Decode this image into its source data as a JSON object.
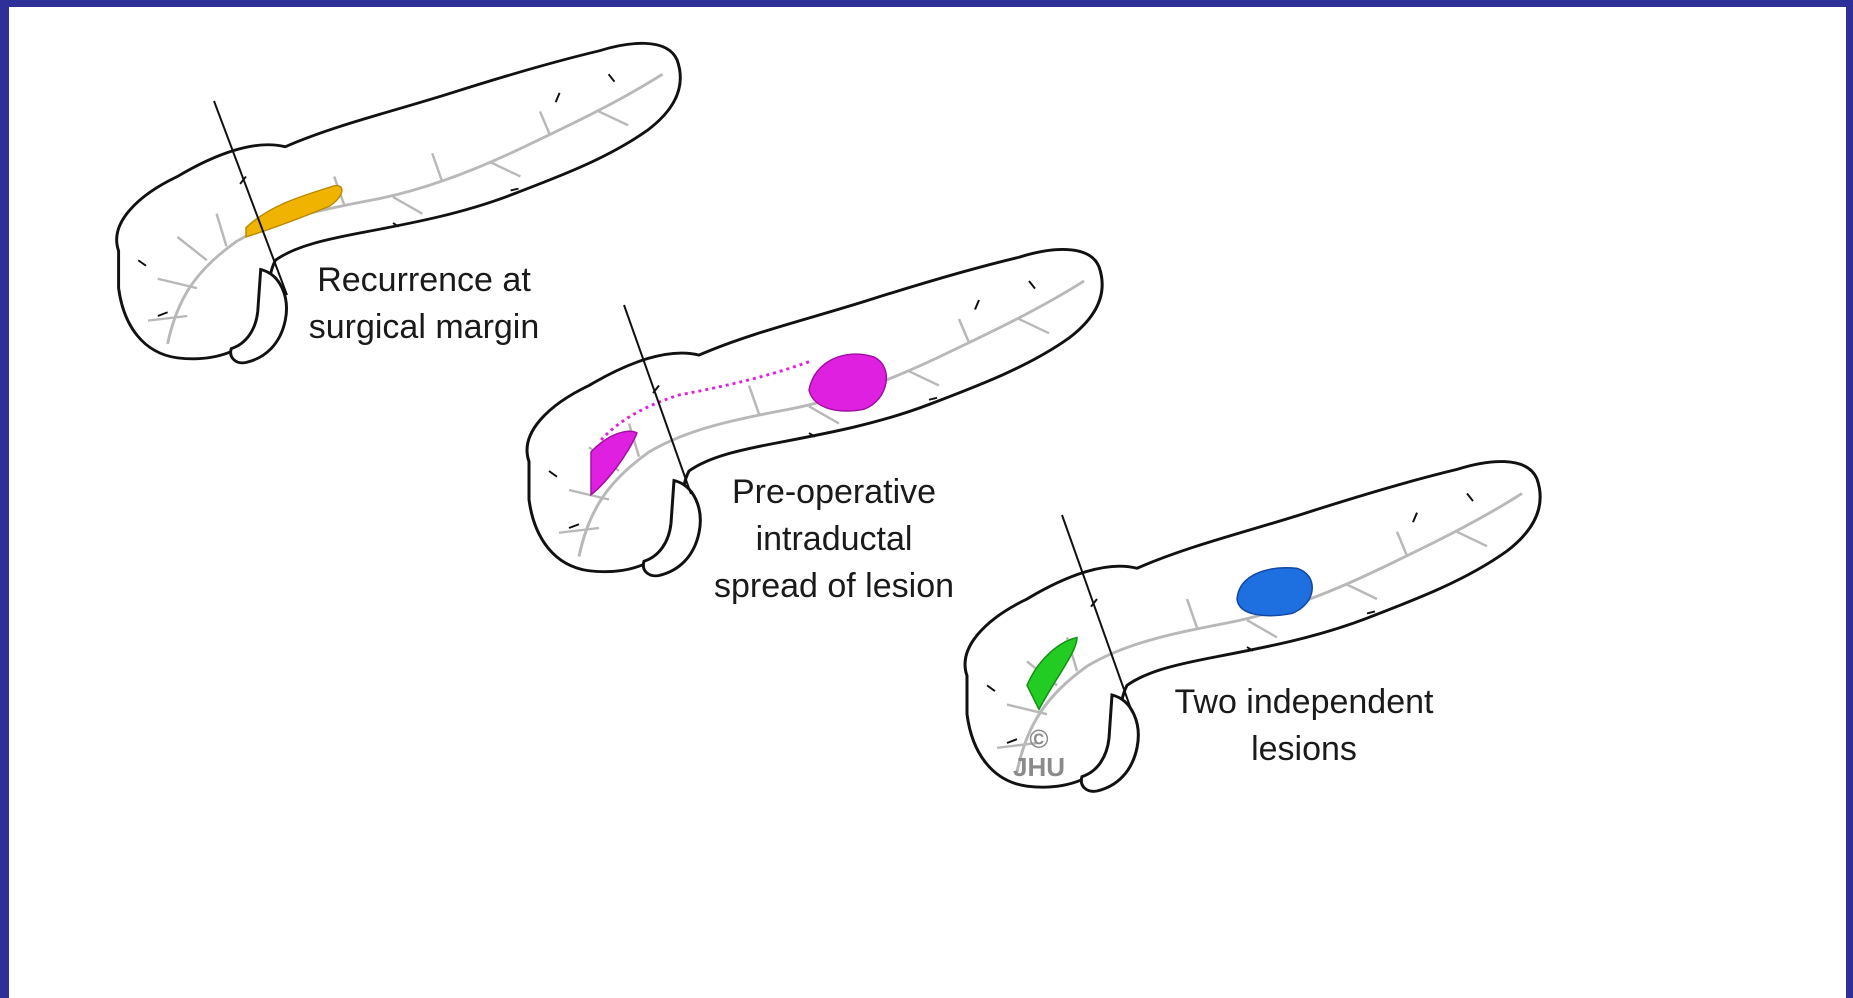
{
  "captions": {
    "panel1": [
      "Recurrence at",
      "surgical margin"
    ],
    "panel2": [
      "Pre-operative",
      "intraductal",
      "spread of lesion"
    ],
    "panel3": [
      "Two independent",
      "lesions"
    ]
  },
  "copyright": {
    "symbol": "©",
    "text": "JHU"
  },
  "colors": {
    "border": "#2f2f9a",
    "lesion_recurrence": "#f0b400",
    "lesion_spread": "#e020e0",
    "lesion_independent_tail": "#1e6fe0",
    "lesion_independent_head": "#22cc22",
    "outline": "#111111",
    "duct": "#b8b8b8"
  }
}
